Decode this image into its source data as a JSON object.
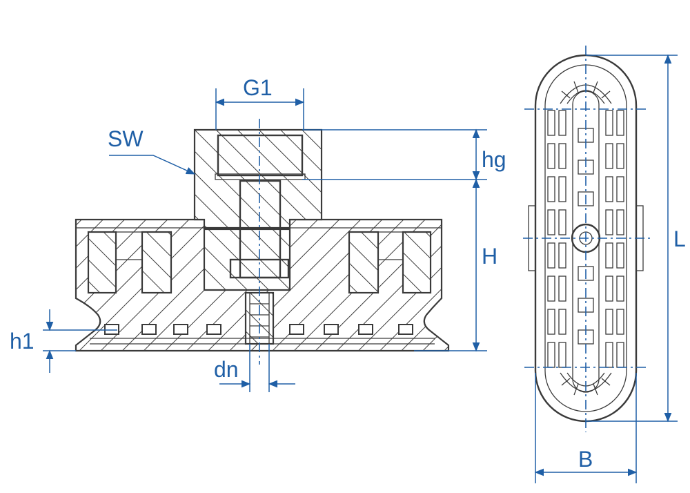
{
  "labels": {
    "g1": "G1",
    "sw": "SW",
    "hg": "hg",
    "h": "H",
    "h1": "h1",
    "dn": "dn",
    "l": "L",
    "b": "B"
  },
  "colors": {
    "dimension": "#1f5fa6",
    "line": "#3a3a3a",
    "section_fill": "#ffffff"
  }
}
